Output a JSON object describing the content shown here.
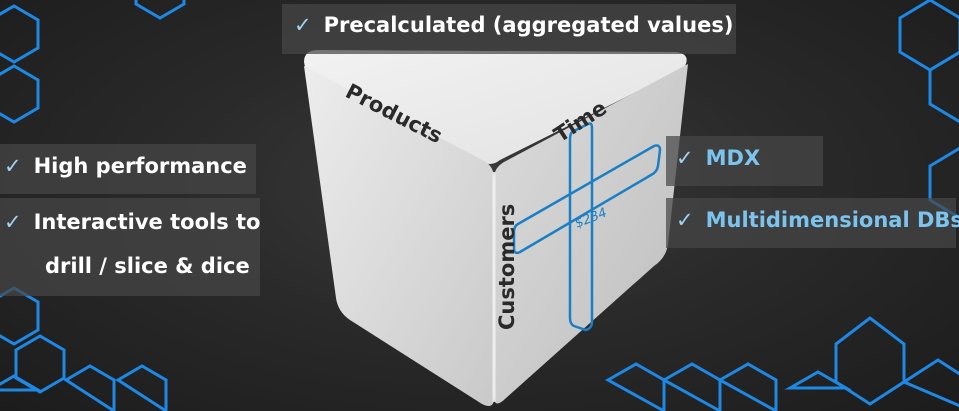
{
  "colors": {
    "hex_outline": "#1e88e5",
    "highlight_blue": "#7cc4ee",
    "check_color": "#9fd3f2",
    "cube_face": "#e6e6e6"
  },
  "top_feature": {
    "check": "✓",
    "text": "Precalculated (aggregated values)"
  },
  "left_features": [
    {
      "check": "✓",
      "text": "High performance"
    },
    {
      "check": "✓",
      "line1": "Interactive tools to",
      "line2": "drill / slice & dice"
    }
  ],
  "right_features": [
    {
      "check": "✓",
      "text": "MDX"
    },
    {
      "check": "✓",
      "text": "Multidimensional DBs"
    }
  ],
  "cube": {
    "dim_top": "Products",
    "dim_right": "Time",
    "dim_left": "Customers",
    "cell_value": "$234"
  }
}
